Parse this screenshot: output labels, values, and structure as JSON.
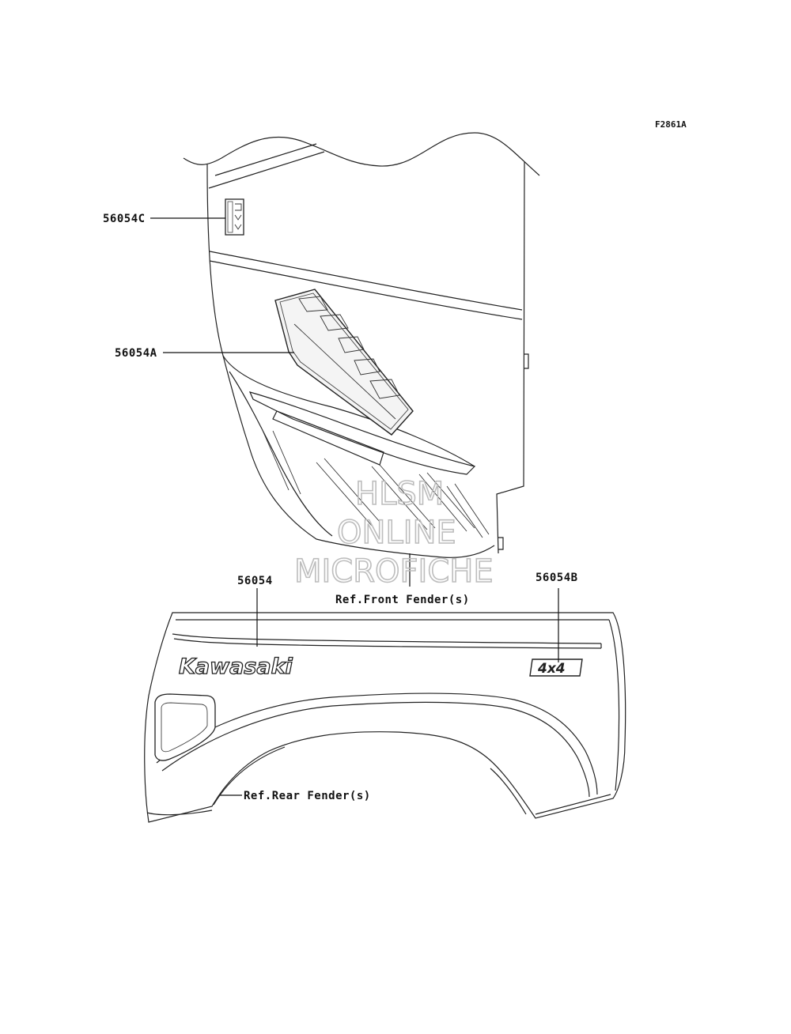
{
  "diagram": {
    "figure_code": "F2861A",
    "part_labels": {
      "p56054C": "56054C",
      "p56054A": "56054A",
      "p56054": "56054",
      "p56054B": "56054B"
    },
    "references": {
      "front_fender": "Ref.Front Fender(s)",
      "rear_fender": "Ref.Rear Fender(s)"
    },
    "decal_texts": {
      "brand_logo": "Kawasaki",
      "drive_badge": "4x4"
    },
    "watermark": {
      "line1": "HLSM",
      "line2": "ONLINE",
      "line3": "MICROFICHE"
    }
  }
}
